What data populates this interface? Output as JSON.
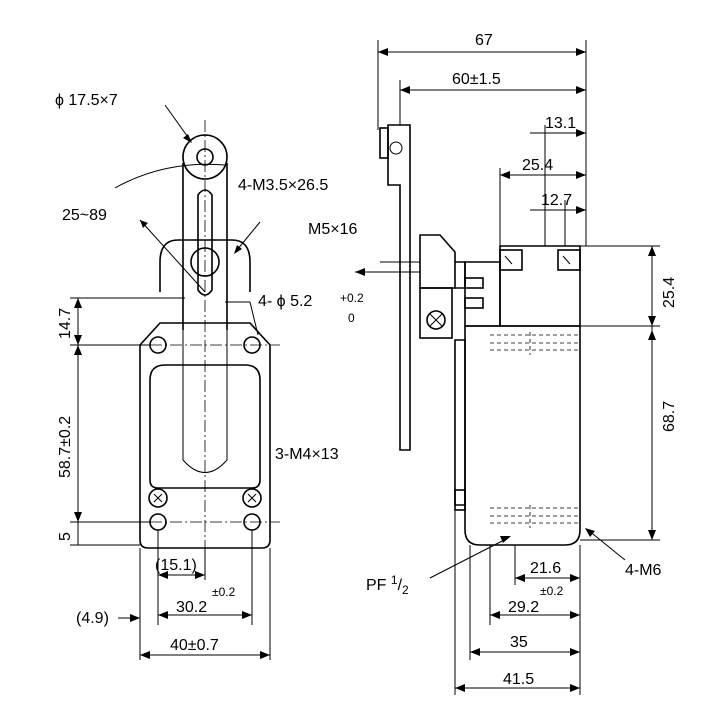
{
  "left_view": {
    "roller": "ϕ 17.5×7",
    "screws_lever": "4-M3.5×26.5",
    "angle": "25~89",
    "holes": "4- ϕ 5.2",
    "hole_tol_upper": "+0.2",
    "hole_tol_lower": "0",
    "screws_cover": "3-M4×13",
    "dim_14_7": "14.7",
    "dim_58_7": "58.7±0.2",
    "dim_5": "5",
    "dim_15_1": "(15.1)",
    "dim_30_2": "30.2",
    "dim_30_2_tol": "±0.2",
    "dim_4_9": "(4.9)",
    "dim_40": "40±0.7"
  },
  "right_view": {
    "dim_67": "67",
    "dim_60": "60±1.5",
    "dim_13_1": "13.1",
    "dim_25_4_h": "25.4",
    "dim_12_7": "12.7",
    "screw_m5": "M5×16",
    "dim_25_4_v": "25.4",
    "dim_68_7": "68.7",
    "thread_m6": "4-M6",
    "pf_main": "PF ",
    "pf_num": "1",
    "pf_den": "2",
    "dim_21_6": "21.6",
    "dim_21_6_tol": "±0.2",
    "dim_29_2": "29.2",
    "dim_35": "35",
    "dim_41_5": "41.5"
  }
}
